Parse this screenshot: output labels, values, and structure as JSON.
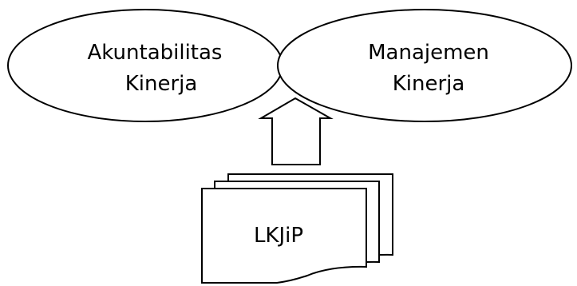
{
  "diagram": {
    "left_ellipse": {
      "line1": "Akuntabilitas",
      "line2": "Kinerja"
    },
    "right_ellipse": {
      "line1": "Manajemen",
      "line2": "Kinerja"
    },
    "document": {
      "label": "LKJiP"
    }
  },
  "colors": {
    "stroke": "#000000",
    "fill": "#ffffff"
  }
}
